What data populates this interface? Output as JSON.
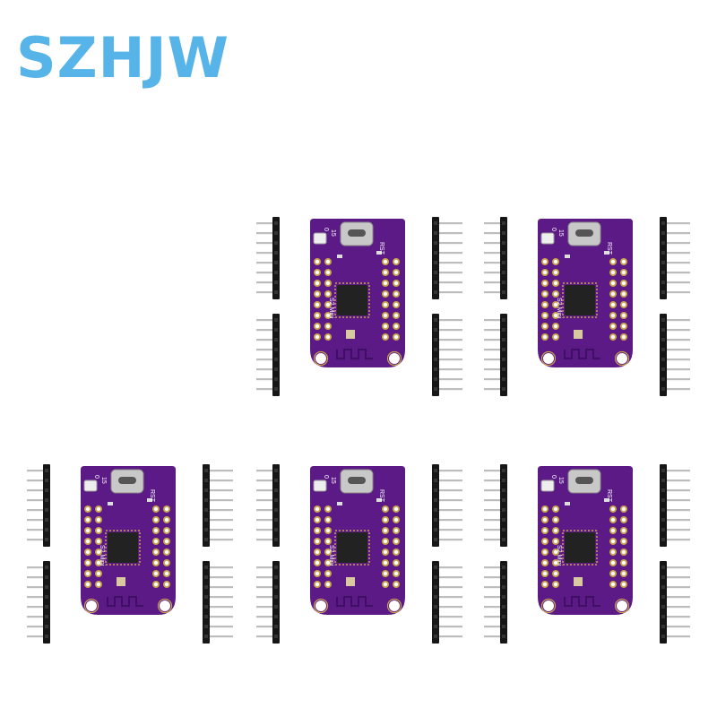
{
  "brand": {
    "text": "SZHJW",
    "color": "#56b4e9"
  },
  "product": {
    "name_label": "S2 Mini",
    "reset_label": "RST",
    "gpio_label": "15",
    "zero_label": "0",
    "quantity_shown": 5
  },
  "colors": {
    "pcb": "#5b1a86",
    "pcb_dark": "#3f0f63",
    "pad_gold": "#c9a24a",
    "chip": "#222222",
    "usb_metal": "#c8c8c8",
    "header_plastic": "#161616",
    "pin_metal": "#bdbdbd"
  },
  "icons": [
    "pcb-board-icon",
    "usb-c-connector-icon",
    "microcontroller-chip-icon",
    "pin-header-icon"
  ]
}
